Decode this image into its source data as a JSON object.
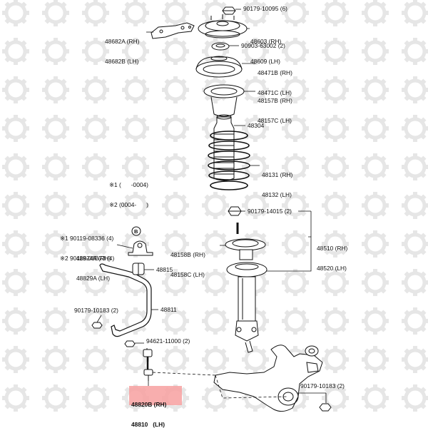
{
  "colors": {
    "highlight": "#f7a0a0",
    "line": "#111111",
    "watermark": "#e6e6e6"
  },
  "labels": {
    "nut_top": "90179-10095 (6)",
    "bracket_rh": "48682A (RH)",
    "bracket_lh": "48682B (LH)",
    "support_rh": "48603 (RH)",
    "support_lh": "48609 (LH)",
    "bearing": "90903-63002 (2)",
    "upper_seat_rh": "48471B (RH)",
    "upper_seat_lh": "48471C (LH)",
    "insulator_rh": "48157B (RH)",
    "insulator_lh": "48157C (LH)",
    "bumper": "48304",
    "spring_rh": "48131 (RH)",
    "spring_lh": "48132 (LH)",
    "note1": "※1 (      -0004)",
    "note2": "※2 (0004-      )",
    "strut_nut": "90179-14015 (2)",
    "lower_ins_rh": "48158B (RH)",
    "lower_ins_lh": "48158C (LH)",
    "absorber_rh": "48510 (RH)",
    "absorber_lh": "48520 (LH)",
    "bolt1": "※1 90119-08336 (4)",
    "bolt2": "※2 90119-08B73 (4)",
    "bolt_badge": "B",
    "stab_bracket_rh": "48824A (RH)",
    "stab_bracket_lh": "48829A (LH)",
    "bushing": "48815",
    "stab_nut": "90179-10183 (2)",
    "stabilizer": "48811",
    "link_nut": "94621-11000 (2)",
    "link_rh": "48820B (RH)",
    "link_lh": "48810   (LH)",
    "knuckle_nut": "90179-10183 (2)"
  }
}
